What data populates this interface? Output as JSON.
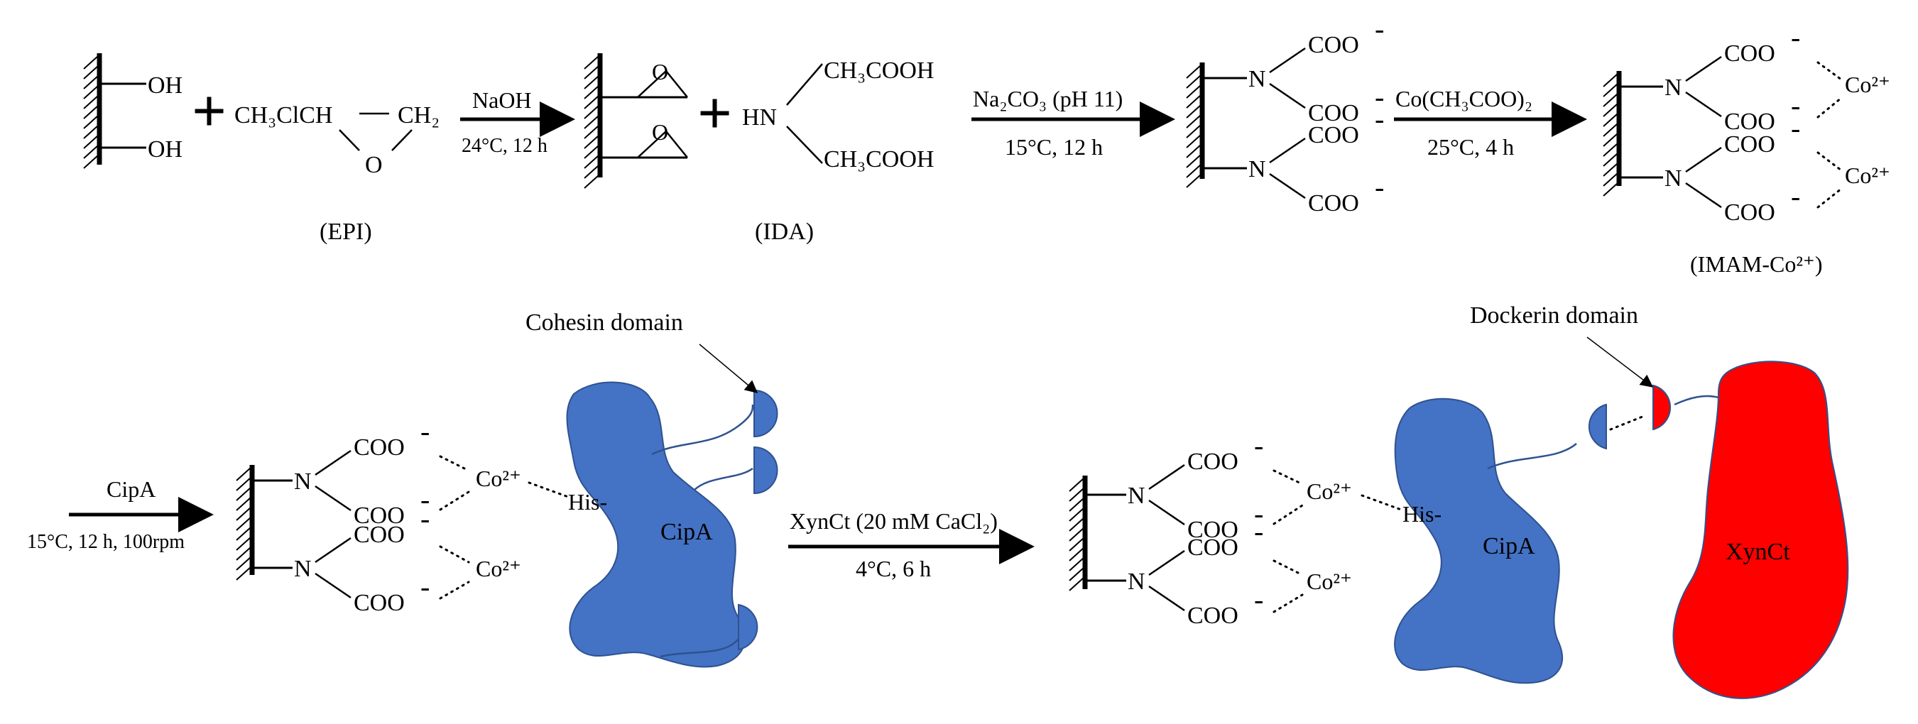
{
  "colors": {
    "ink": "#000000",
    "cipa_blue": "#4472c4",
    "cipa_stroke": "#2f528f",
    "xynct_red": "#ff0000"
  },
  "labels": {
    "oh": "OH",
    "epi_formula": "CH₃ClCH",
    "ch2": "CH₂",
    "o": "O",
    "epi": "(EPI)",
    "naoh": "NaOH",
    "naoh_cond": "24°C, 12 h",
    "hn": "HN",
    "ch2cooh": "CH₃COOH",
    "ida": "(IDA)",
    "na2co3": "Na₂CO₃ (pH 11)",
    "na2co3_cond": "15°C, 12 h",
    "n": "N",
    "coo": "COO",
    "minus": "-",
    "coac": "Co(CH₃COO)₂",
    "coac_cond": "25°C, 4 h",
    "co2": "Co²⁺",
    "imam": "(IMAM-Co²⁺)",
    "cipa_arrow": "CipA",
    "cipa_cond": "15°C, 12 h, 100rpm",
    "his": "His-",
    "cipa": "CipA",
    "cohesin": "Cohesin domain",
    "xynct_arrow": "XynCt (20 mM CaCl₂)",
    "xynct_cond": "4°C, 6 h",
    "dockerin": "Dockerin domain",
    "xynct": "XynCt"
  }
}
